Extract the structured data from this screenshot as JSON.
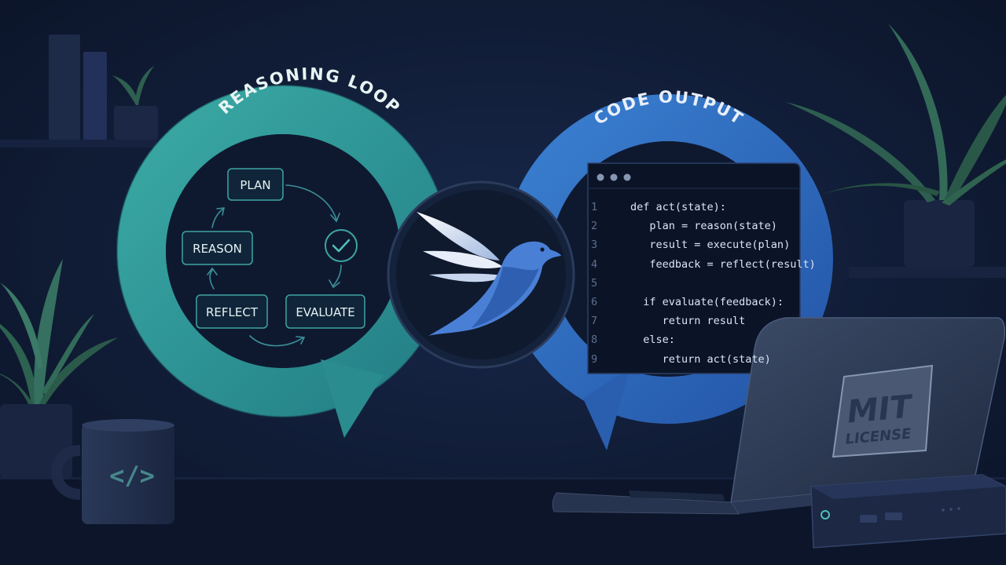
{
  "reasoning_loop": {
    "title": "REASONING LOOP",
    "steps": [
      {
        "label": "PLAN"
      },
      {
        "label": "REASON"
      },
      {
        "label": "REFLECT"
      },
      {
        "label": "EVALUATE"
      }
    ]
  },
  "code_output": {
    "title": "CODE OUTPUT",
    "lines": [
      {
        "num": "1",
        "text": "def act(state):"
      },
      {
        "num": "2",
        "text": "   plan = reason(state)"
      },
      {
        "num": "3",
        "text": "   result = execute(plan)"
      },
      {
        "num": "4",
        "text": "   feedback = reflect(result)"
      },
      {
        "num": "5",
        "text": ""
      },
      {
        "num": "6",
        "text": "  if evaluate(feedback):"
      },
      {
        "num": "7",
        "text": "     return result"
      },
      {
        "num": "8",
        "text": "  else:"
      },
      {
        "num": "9",
        "text": "     return act(state)"
      }
    ]
  },
  "license_badge": {
    "line1": "MIT",
    "line2": "LICENSE"
  },
  "mug": {
    "glyph": "</>"
  },
  "colors": {
    "background": "#0d1830",
    "teal_loop": "#2e9a98",
    "blue_loop": "#2f6fc2",
    "bird": "#4a7fd6",
    "code_bg": "#0b1426"
  },
  "icons": [
    "bird-logo-icon",
    "check-circle-icon",
    "code-glyph-icon",
    "mit-logo-icon"
  ]
}
